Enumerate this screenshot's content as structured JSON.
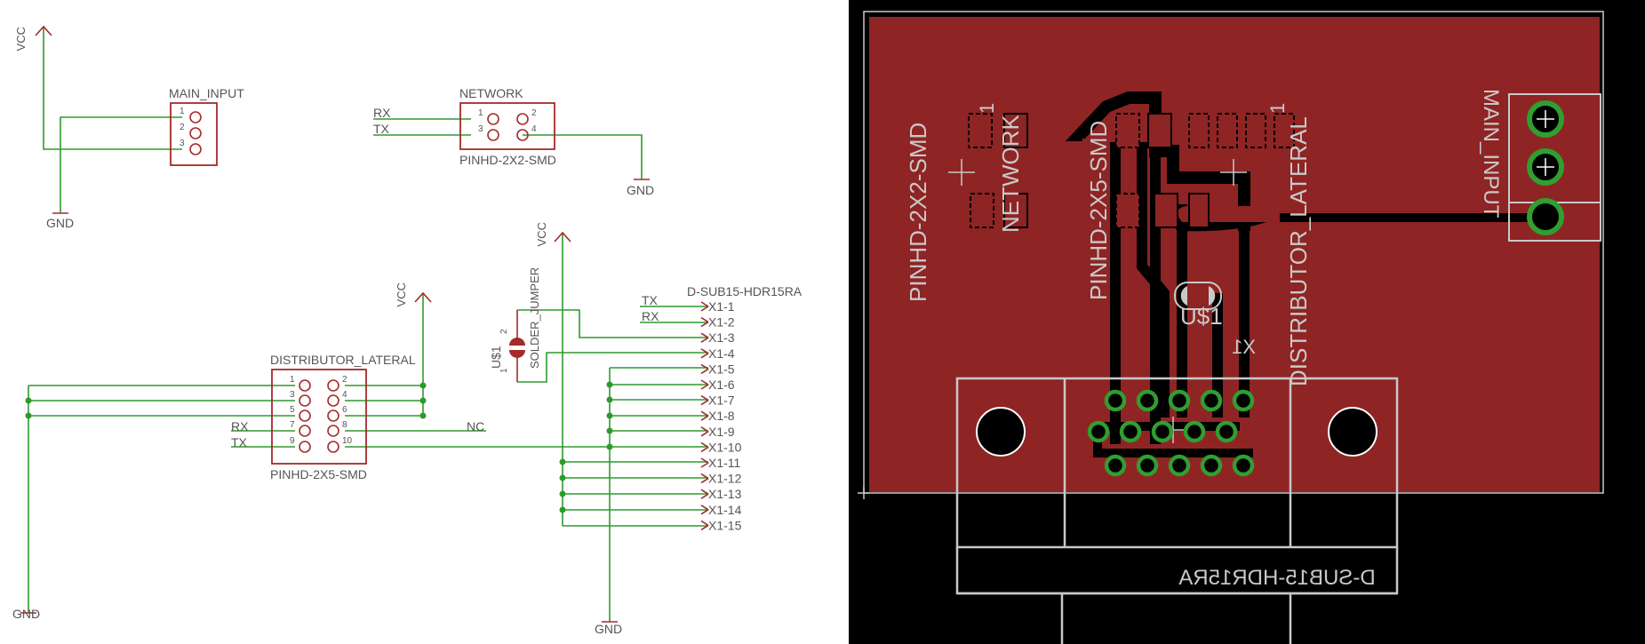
{
  "schematic": {
    "nets": {
      "vcc": "VCC",
      "gnd": "GND",
      "rx": "RX",
      "tx": "TX",
      "nc": "NC"
    },
    "main_input": {
      "name": "MAIN_INPUT",
      "pins": [
        "1",
        "2",
        "3"
      ]
    },
    "network": {
      "name": "NETWORK",
      "value": "PINHD-2X2-SMD",
      "pins": [
        "1",
        "2",
        "3",
        "4"
      ]
    },
    "distributor": {
      "name": "DISTRIBUTOR_LATERAL",
      "value": "PINHD-2X5-SMD",
      "pins": [
        "1",
        "2",
        "3",
        "4",
        "5",
        "6",
        "7",
        "8",
        "9",
        "10"
      ]
    },
    "jumper": {
      "name": "U$1",
      "value": "SOLDER_JUMPER",
      "pins": [
        "1",
        "2"
      ]
    },
    "dsub": {
      "name": "D-SUB15-HDR15RA",
      "pins": [
        "X1-1",
        "X1-2",
        "X1-3",
        "X1-4",
        "X1-5",
        "X1-6",
        "X1-7",
        "X1-8",
        "X1-9",
        "X1-10",
        "X1-11",
        "X1-12",
        "X1-13",
        "X1-14",
        "X1-15"
      ]
    }
  },
  "board": {
    "labels": {
      "pinhd_2x2": "PINHD-2X2-SMD",
      "network": "NETWORK",
      "pinhd_2x5": "PINHD-2X5-SMD",
      "distributor": "DISTRIBUTOR_LATERAL",
      "main_input": "MAIN_INPUT",
      "jumper": "U$1",
      "x1": "X1",
      "dsub": "D-SUB15-HDR15RA",
      "pin1": "1"
    },
    "colors": {
      "copper": "#8f2424",
      "silk": "#c9c9c9",
      "pad_ring": "#2f9f2f",
      "wire": "#2e9a2e",
      "symbol": "#a52a2a"
    }
  }
}
